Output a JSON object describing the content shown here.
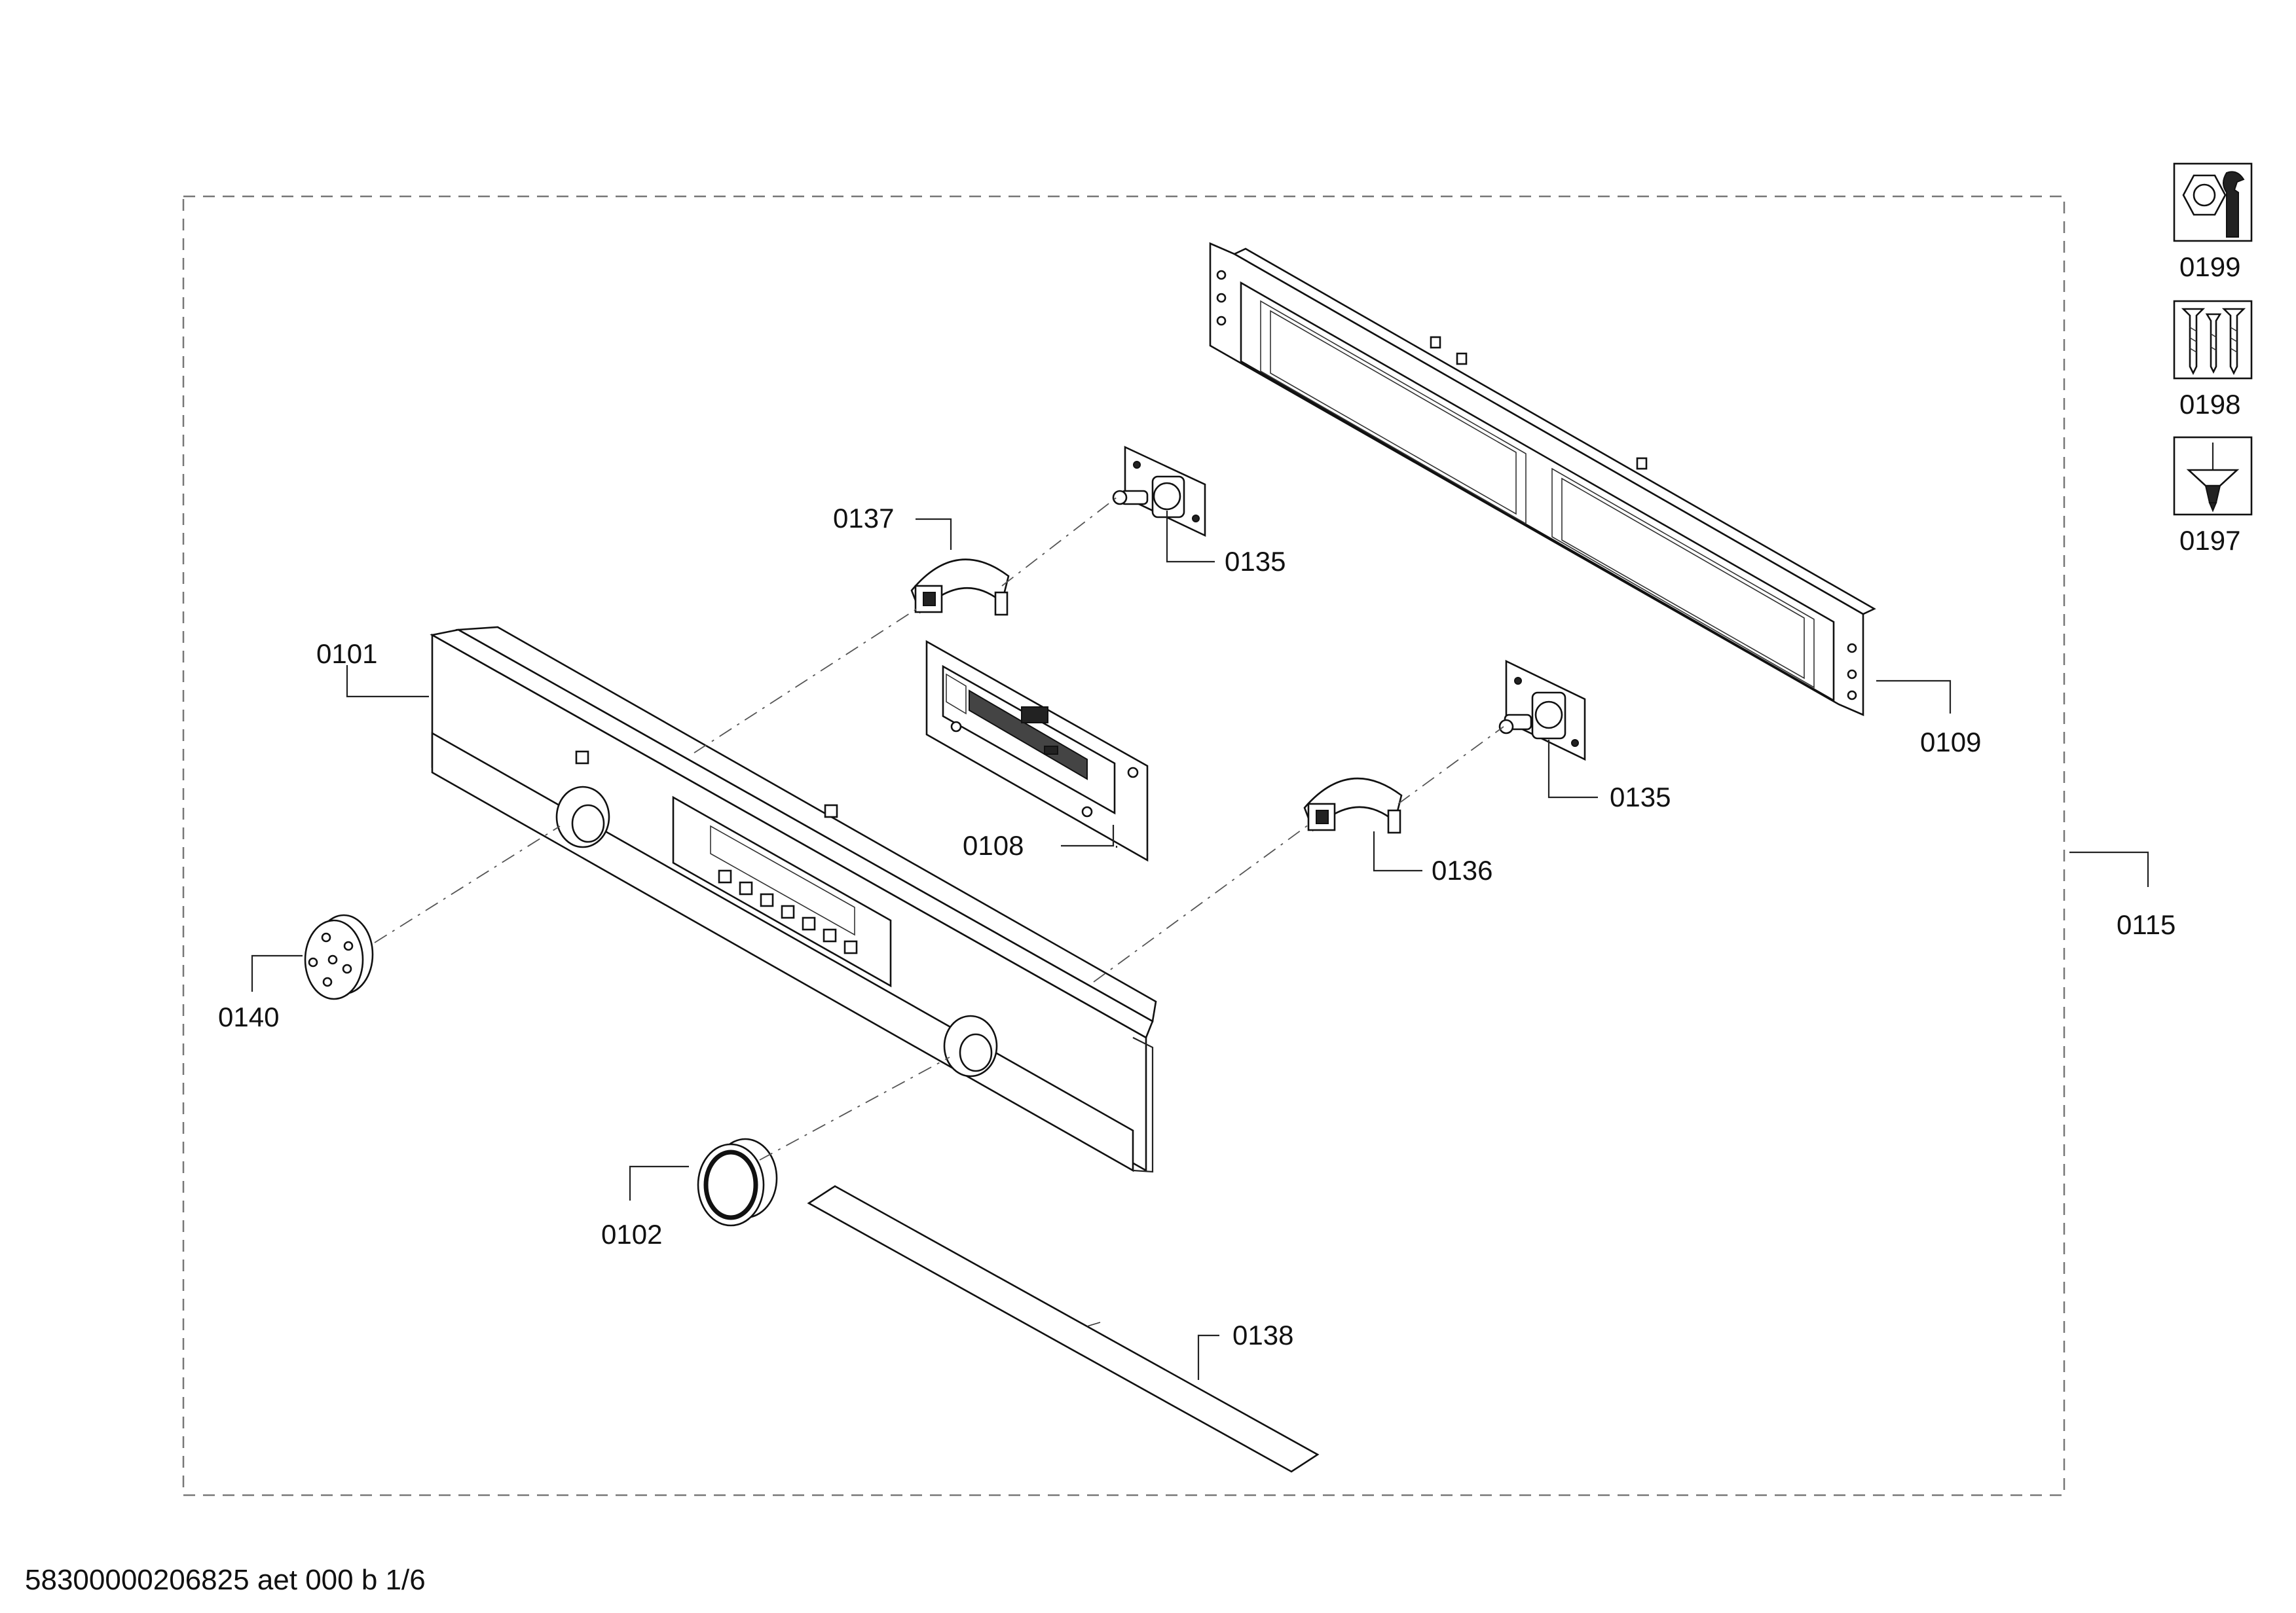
{
  "diagram": {
    "part_labels": {
      "p0101": "0101",
      "p0102": "0102",
      "p0108": "0108",
      "p0109": "0109",
      "p0115": "0115",
      "p0135a": "0135",
      "p0135b": "0135",
      "p0136": "0136",
      "p0137": "0137",
      "p0138": "0138",
      "p0140": "0140"
    },
    "legend": [
      {
        "code": "0199",
        "icon": "nut-wrench-icon"
      },
      {
        "code": "0198",
        "icon": "screws-icon"
      },
      {
        "code": "0197",
        "icon": "screwdriver-icon"
      }
    ]
  },
  "footer": {
    "doc_id": "58300000206825 aet 000 b 1/6"
  }
}
